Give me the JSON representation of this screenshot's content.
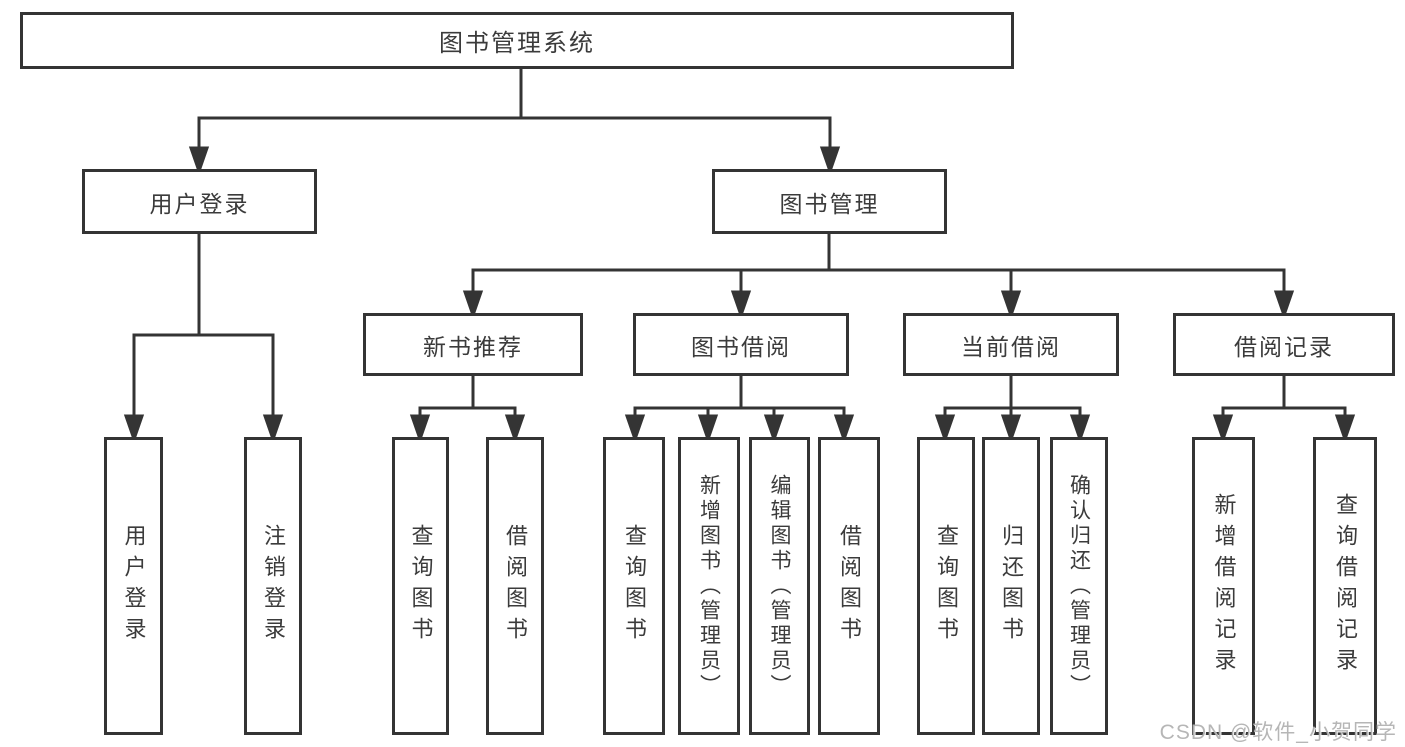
{
  "tree": {
    "root": {
      "label": "图书管理系统"
    },
    "branches": [
      {
        "label": "用户登录",
        "children": [
          {
            "label": "用户登录"
          },
          {
            "label": "注销登录"
          }
        ]
      },
      {
        "label": "图书管理",
        "sections": [
          {
            "label": "新书推荐",
            "children": [
              {
                "label": "查询图书"
              },
              {
                "label": "借阅图书"
              }
            ]
          },
          {
            "label": "图书借阅",
            "children": [
              {
                "label": "查询图书"
              },
              {
                "label": "新增图书（管理员）"
              },
              {
                "label": "编辑图书（管理员）"
              },
              {
                "label": "借阅图书"
              }
            ]
          },
          {
            "label": "当前借阅",
            "children": [
              {
                "label": "查询图书"
              },
              {
                "label": "归还图书"
              },
              {
                "label": "确认归还（管理员）"
              }
            ]
          },
          {
            "label": "借阅记录",
            "children": [
              {
                "label": "新增借阅记录"
              },
              {
                "label": "查询借阅记录"
              }
            ]
          }
        ]
      }
    ]
  },
  "watermark": "CSDN @软件_小贺同学",
  "colors": {
    "line": "#343434",
    "text": "#3b3b3b",
    "watermark": "#b3b3b3",
    "background": "#ffffff"
  }
}
